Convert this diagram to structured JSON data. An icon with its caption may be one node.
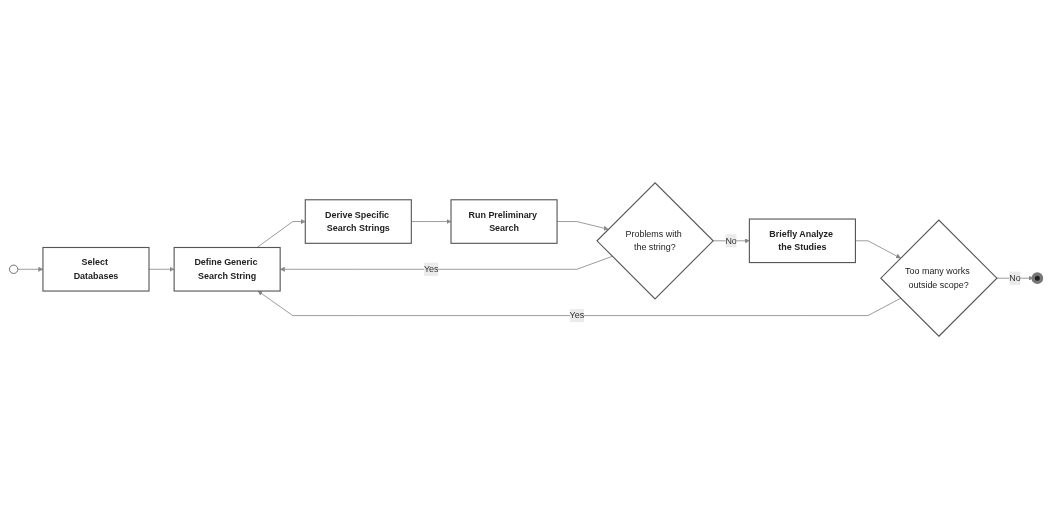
{
  "diagram": {
    "nodes": [
      {
        "text": [],
        "shape": "circle"
      },
      {
        "text": [
          "Select Databases"
        ]
      },
      {
        "text": [
          "Define Generic Search String"
        ]
      },
      {
        "text": [
          "Derive Specific Search Strings"
        ]
      },
      {
        "text": [
          "Run Preliminary Search"
        ]
      },
      {
        "text": [
          "Problems with the string?"
        ]
      },
      {
        "text": [
          "Briefly Analyze the Studies"
        ]
      },
      {
        "text": [
          "Too many works outside scope?"
        ]
      },
      {
        "text": [],
        "shape": "circle"
      }
    ],
    "edges": [
      {
        "from": 0,
        "to": 1,
        "arrow": "to"
      },
      {
        "from": 1,
        "to": 2,
        "arrow": "to"
      },
      {
        "from": 2,
        "to": 3,
        "arrow": "to"
      },
      {
        "from": 3,
        "to": 4,
        "arrow": "to"
      },
      {
        "from": 4,
        "to": 5,
        "arrow": "to"
      },
      {
        "from": 5,
        "to": 6,
        "label": "No",
        "arrow": "to"
      },
      {
        "from": 6,
        "to": 7,
        "arrow": "to"
      },
      {
        "from": 7,
        "to": 2,
        "label": "Yes",
        "arrow": "to"
      },
      {
        "from": 7,
        "to": 8,
        "label": "No",
        "arrow": "to"
      },
      {
        "from": 5,
        "to": 2,
        "label": "Yes",
        "arrow": "to"
      }
    ]
  }
}
